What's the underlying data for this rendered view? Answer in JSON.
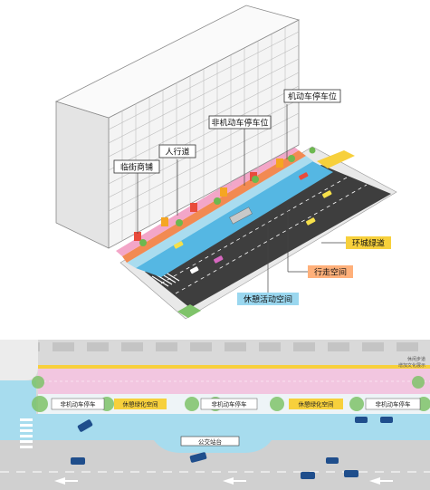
{
  "axon": {
    "labels": {
      "storefront": "临街商铺",
      "sidewalk": "人行道",
      "nonmotor_parking": "非机动车停车位",
      "motor_parking": "机动车停车位"
    },
    "callouts": {
      "greenway": "环城绿道",
      "walkspace": "行走空间",
      "restspace": "休憩活动空间"
    }
  },
  "plan": {
    "zones": {
      "nonmotor_a": "非机动车停车",
      "rest_a": "休憩绿化空间",
      "nonmotor_b": "非机动车停车",
      "rest_b": "休憩绿化空间",
      "nonmotor_c": "非机动车停车"
    },
    "bus_stop": "公交站台",
    "note_line1": "休闲步道",
    "note_line2": "增加文化展示"
  },
  "colors": {
    "greenway": "#f7d03c",
    "walkspace": "#ffb07a",
    "restspace": "#9ad7ef",
    "pink": "#f2c6e0",
    "road": "#4a4a4a",
    "water_blue": "#4fb6e6"
  }
}
